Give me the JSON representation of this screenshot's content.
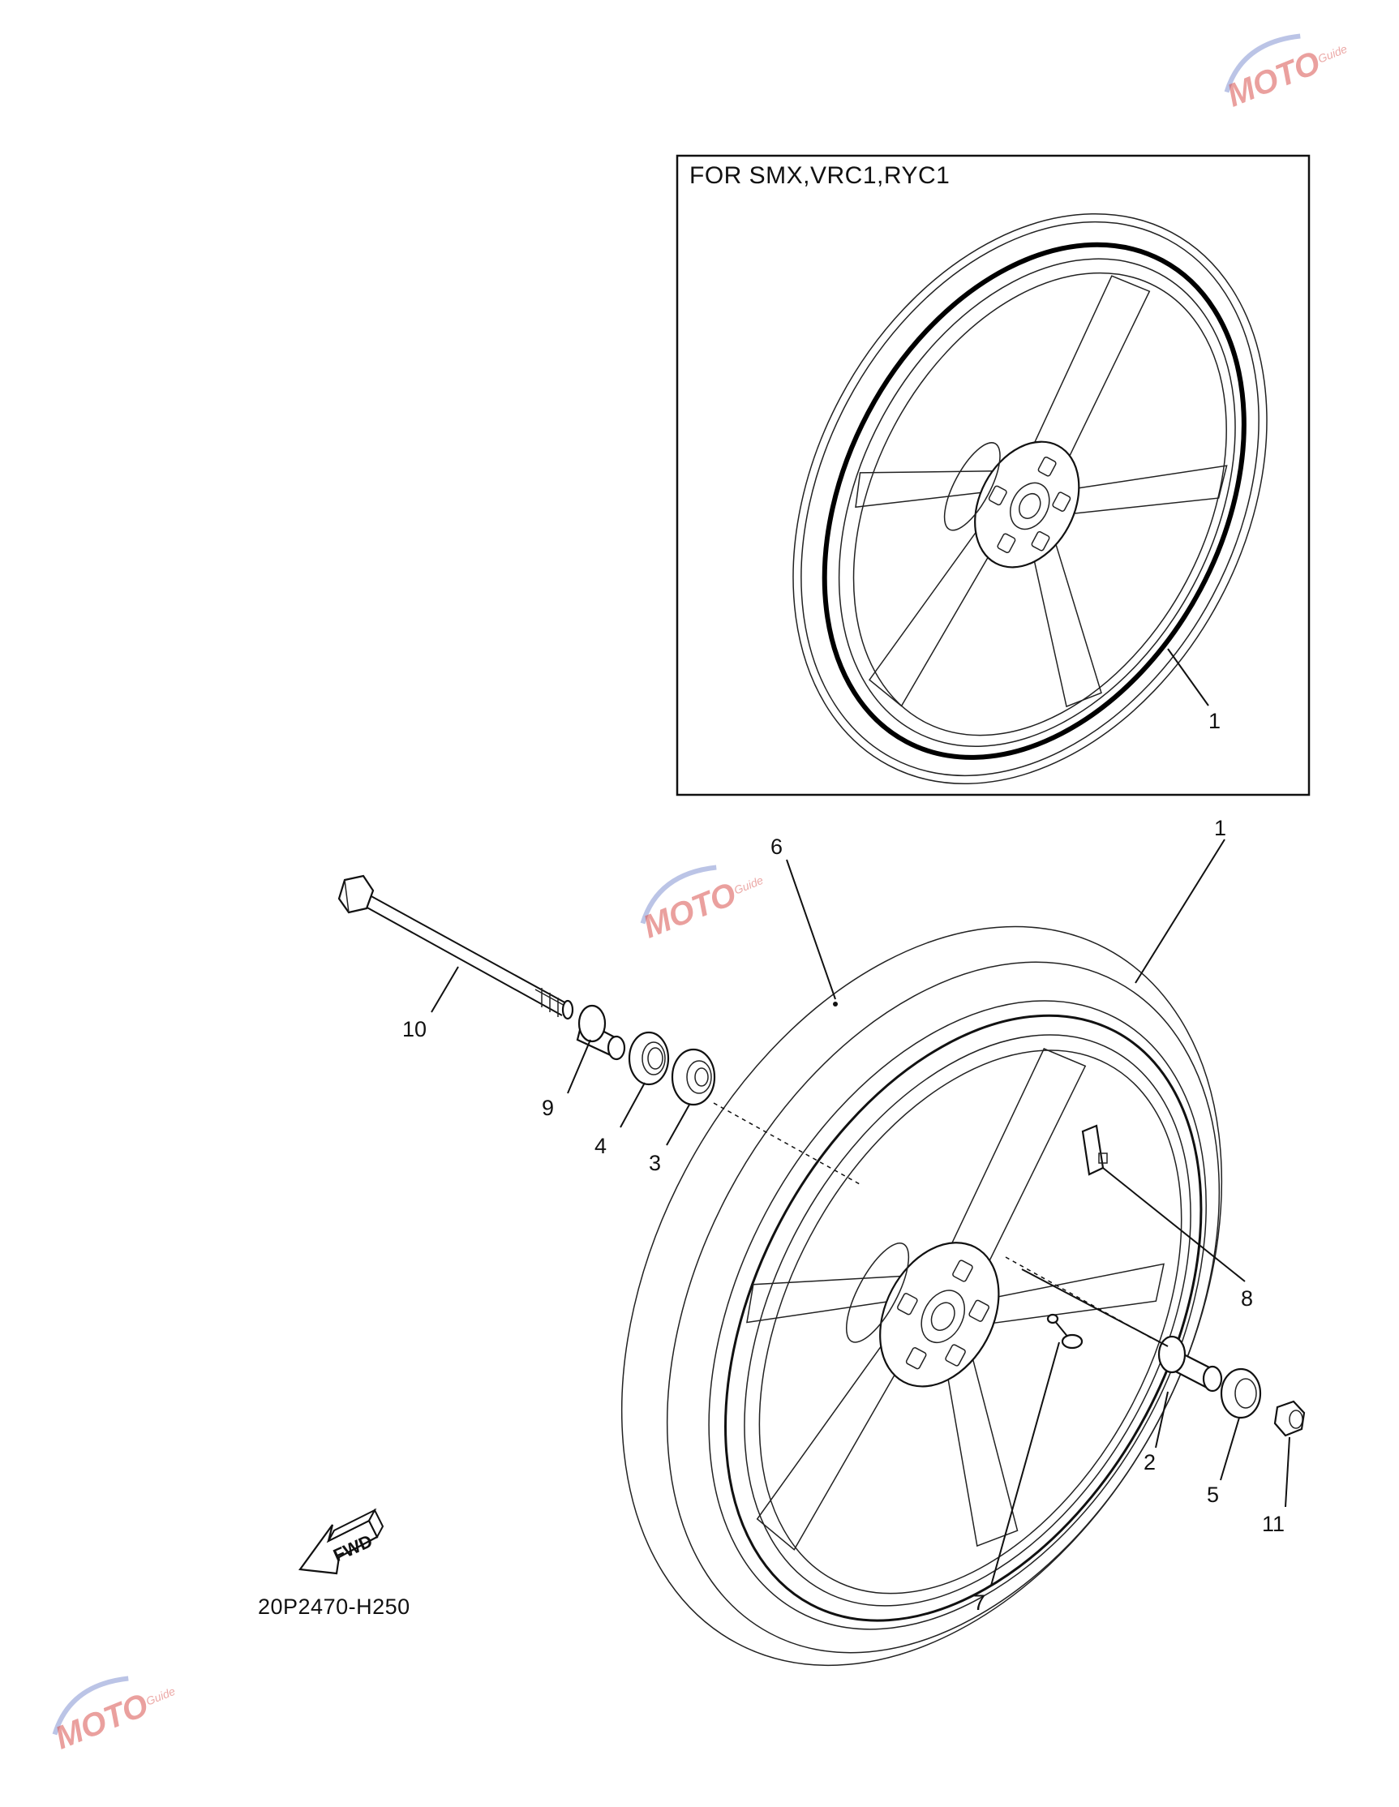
{
  "inset": {
    "title": "FOR SMX,VRC1,RYC1",
    "callout": "1"
  },
  "callouts": [
    "1",
    "2",
    "3",
    "4",
    "5",
    "6",
    "7",
    "8",
    "9",
    "10",
    "11"
  ],
  "fwd_label": "FWD",
  "diagram_code": "20P2470-H250",
  "watermark": {
    "brand": "MOTO",
    "tagline": "Guide",
    "accent": "#d9534f"
  }
}
